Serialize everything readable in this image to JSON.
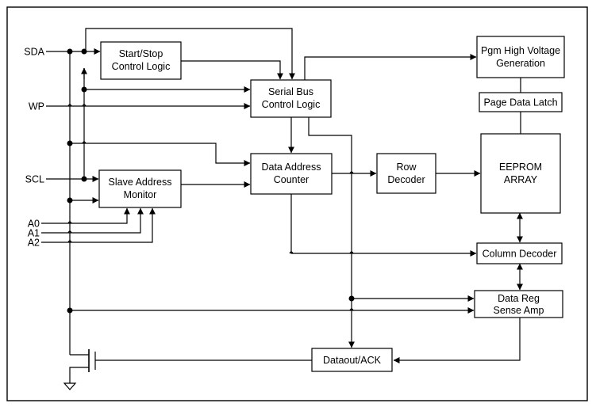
{
  "blocks": {
    "start_stop": [
      "Start/Stop",
      "Control Logic"
    ],
    "serial_bus": [
      "Serial Bus",
      "Control Logic"
    ],
    "slave_address": [
      "Slave Address",
      "Monitor"
    ],
    "data_address": [
      "Data Address",
      "Counter"
    ],
    "row_decoder": [
      "Row",
      "Decoder"
    ],
    "pgm_high_voltage": [
      "Pgm High Voltage",
      "Generation"
    ],
    "page_data_latch": [
      "Page Data Latch"
    ],
    "eeprom_array": [
      "EEPROM",
      "ARRAY"
    ],
    "column_decoder": [
      "Column Decoder"
    ],
    "data_reg": [
      "Data Reg",
      "Sense Amp"
    ],
    "dataout": [
      "Dataout/ACK"
    ]
  },
  "pins": {
    "sda": "SDA",
    "wp": "WP",
    "scl": "SCL",
    "a0": "A0",
    "a1": "A1",
    "a2": "A2"
  }
}
